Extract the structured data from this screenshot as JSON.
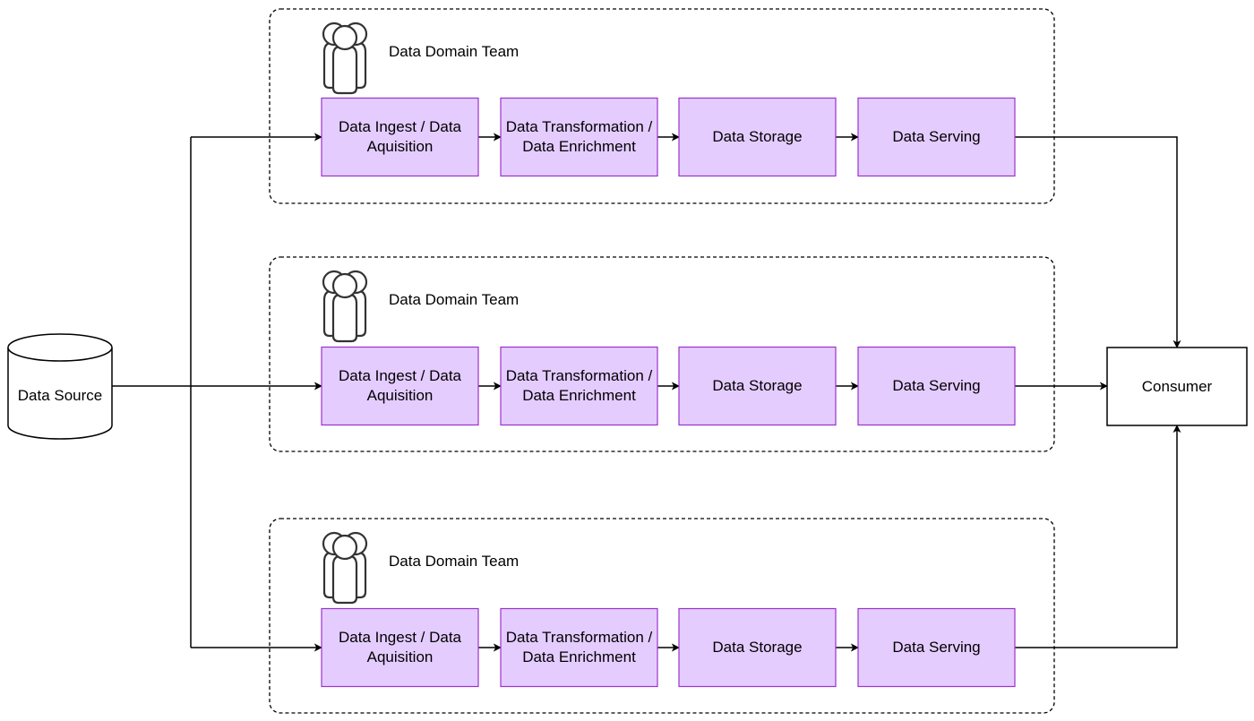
{
  "source": {
    "label": "Data Source"
  },
  "consumer": {
    "label": "Consumer"
  },
  "teams": [
    {
      "label": "Data Domain Team",
      "stages": [
        "Data Ingest / Data Aquisition",
        "Data Transformation / Data Enrichment",
        "Data Storage",
        "Data Serving"
      ]
    },
    {
      "label": "Data Domain Team",
      "stages": [
        "Data Ingest / Data Aquisition",
        "Data Transformation / Data Enrichment",
        "Data Storage",
        "Data Serving"
      ]
    },
    {
      "label": "Data Domain Team",
      "stages": [
        "Data Ingest / Data Aquisition",
        "Data Transformation / Data Enrichment",
        "Data Storage",
        "Data Serving"
      ]
    }
  ],
  "team_icon": "team-people-icon",
  "colors": {
    "stage_fill": "#e5ccff",
    "stage_stroke": "#9933cc",
    "line": "#000000",
    "icon_stroke": "#333333"
  }
}
